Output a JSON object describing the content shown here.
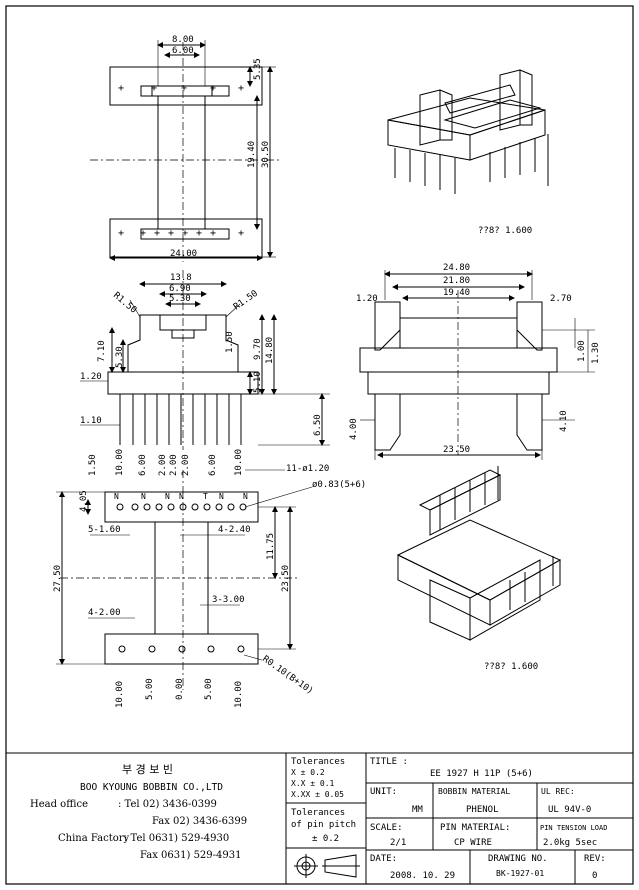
{
  "drawing": {
    "top_view": {
      "dims": [
        "8.00",
        "6.00",
        "5.35",
        "19.40",
        "30.50",
        "24.00"
      ]
    },
    "front_view": {
      "dims": [
        "13.8",
        "6.90",
        "5.30",
        "R1.50",
        "R1.50",
        "1.50",
        "7.10",
        "5.30",
        "9.70",
        "14.80",
        "5.10",
        "1.20",
        "1.10",
        "6.50"
      ]
    },
    "side_view": {
      "dims": [
        "24.80",
        "21.80",
        "19.40",
        "1.20",
        "2.70",
        "1.00",
        "1.30",
        "4.00",
        "4.10",
        "23.50"
      ]
    },
    "bottom_view": {
      "top_dims": [
        "1.50",
        "10.00",
        "6.00",
        "2.00",
        "2.00",
        "2.00",
        "6.00",
        "10.00"
      ],
      "notes": [
        "11-ø1.20",
        "ø0.83(5+6)",
        "5-1.60",
        "4-2.40",
        "4-2.00",
        "3-3.00",
        "R0.10(B+10)"
      ],
      "side_dims": [
        "4.05",
        "27.50",
        "11.75",
        "23.50"
      ],
      "bottom_dims": [
        "10.00",
        "5.00",
        "0.00",
        "5.00",
        "10.00"
      ],
      "slot_labels": [
        "N",
        "N",
        "N",
        "N",
        "T",
        "N",
        "N"
      ]
    },
    "iso_scale_top": "??8? 1.600",
    "iso_scale_bottom": "??8? 1.600"
  },
  "title_block": {
    "company_korean": "부 경 보 빈",
    "company": "BOO KYOUNG BOBBIN CO.,LTD",
    "head_office_label": "Head office",
    "head_tel": ": Tel  02) 3436-0399",
    "head_fax": "Fax  02) 3436-6399",
    "factory_label": "China Factory",
    "factory_tel": ": Tel 0631) 529-4930",
    "factory_fax": "Fax 0631) 529-4931",
    "tol_title": "Tolerances",
    "tol_x": "X   ± 0.2",
    "tol_xx": "X.X  ± 0.1",
    "tol_xxx": "X.XX  ± 0.05",
    "pin_tol_title_1": "Tolerances",
    "pin_tol_title_2": "of pin pitch",
    "pin_tol_value": "± 0.2",
    "title_label": "TITLE :",
    "title_value": "EE 1927 H 11P (5+6)",
    "unit_label": "UNIT:",
    "unit_value": "MM",
    "bobbin_label": "BOBBIN MATERIAL",
    "bobbin_value": "PHENOL",
    "ul_label": "UL REC:",
    "ul_value": "UL 94V-0",
    "scale_label": "SCALE:",
    "scale_value": "2/1",
    "pin_label": "PIN MATERIAL:",
    "pin_value": "CP WIRE",
    "tension_label": "PIN TENSION LOAD",
    "tension_value": "2.0kg 5sec",
    "date_label": "DATE:",
    "date_value": "2008. 10. 29",
    "drawing_label": "DRAWING NO.",
    "drawing_value": "BK-1927-01",
    "rev_label": "REV:",
    "rev_value": "0"
  }
}
